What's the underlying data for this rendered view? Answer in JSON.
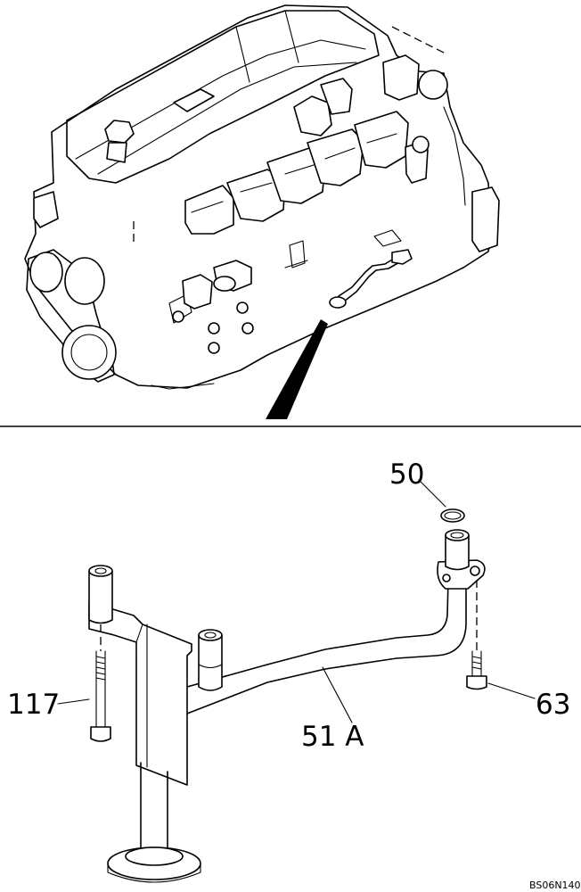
{
  "callouts": {
    "oring": "50",
    "pipe": "51 A",
    "bolt_flange": "63",
    "bolt_bracket": "117"
  },
  "drawing_code": "BS06N140"
}
